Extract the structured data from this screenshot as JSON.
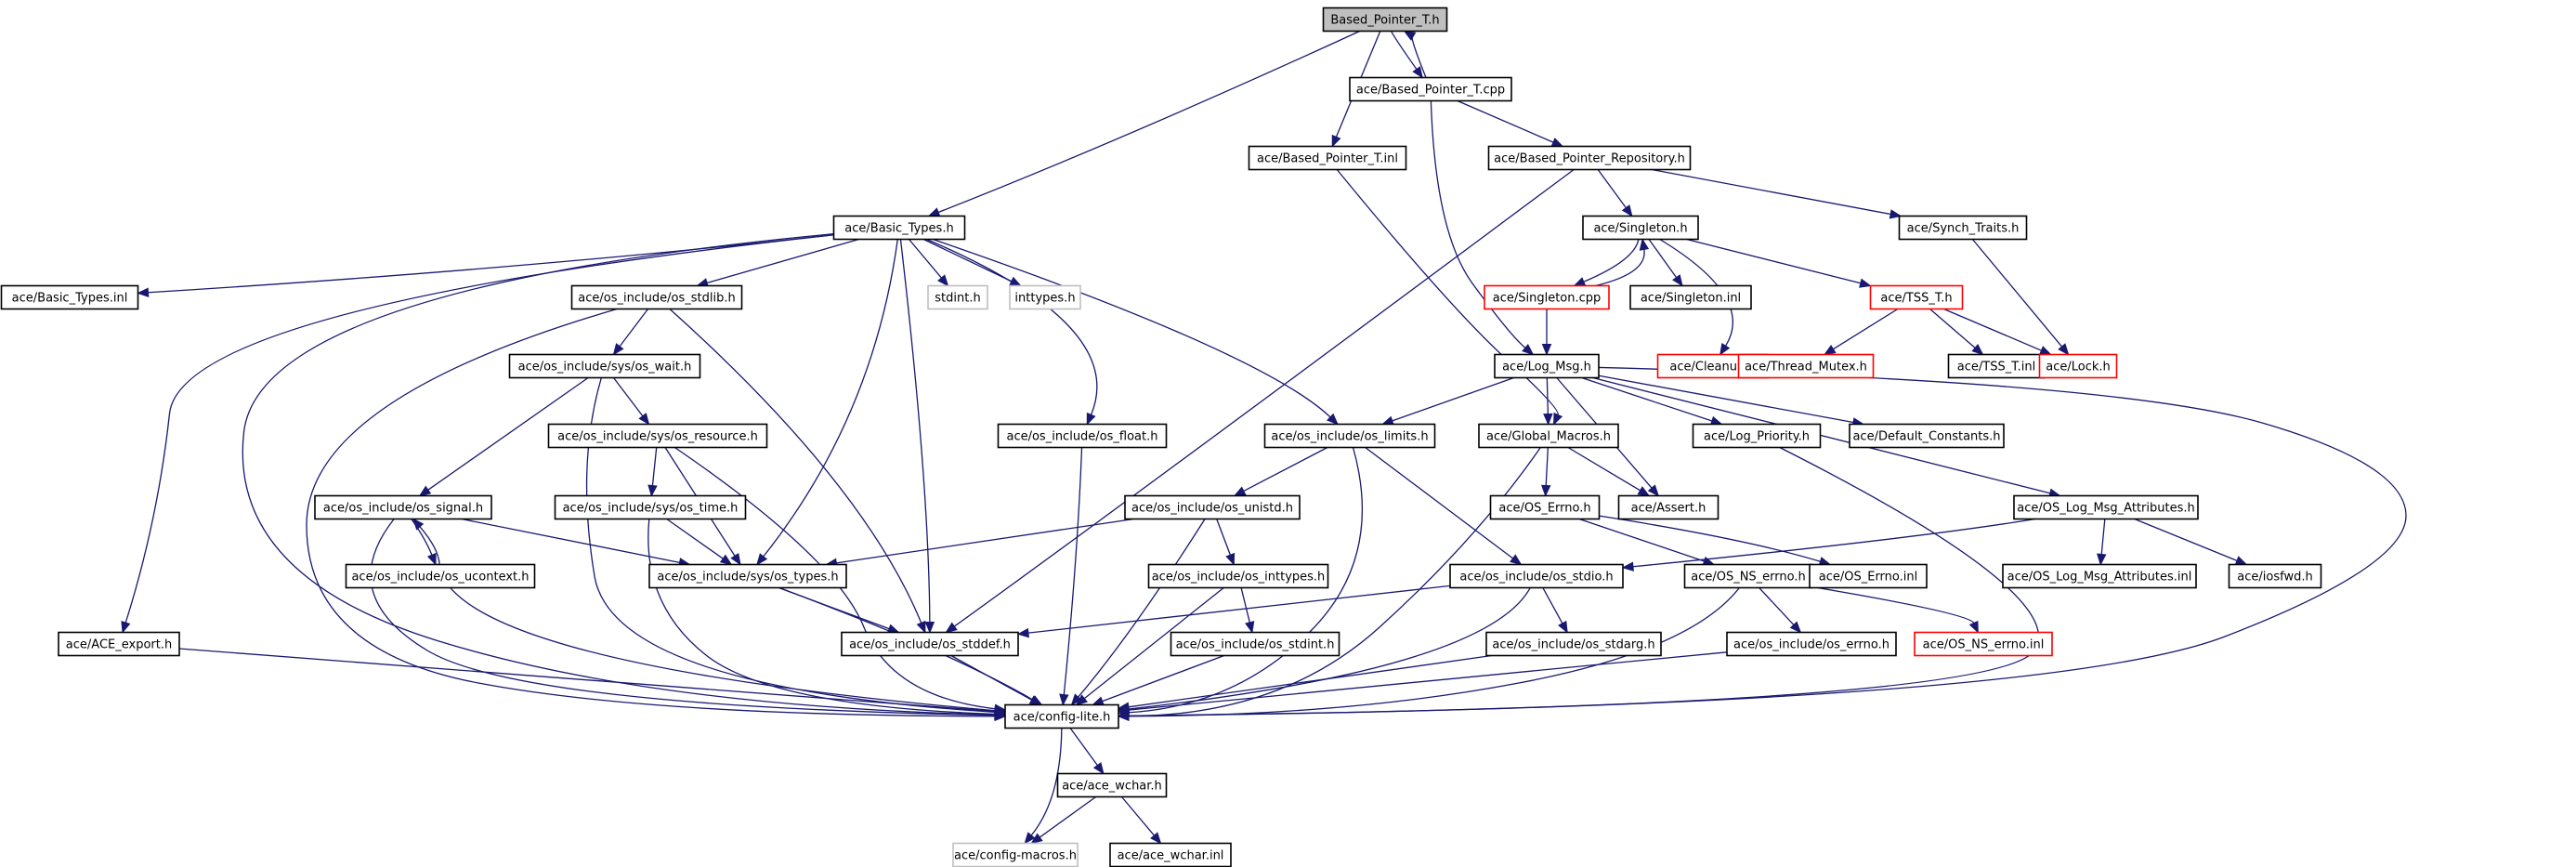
{
  "graph": {
    "colors": {
      "edge": "#191970",
      "root_fill": "#bfbfbf",
      "normal_border": "#000000",
      "missing_border": "#bfbfbf",
      "truncated_border": "#ff0000"
    },
    "nodes": [
      {
        "id": "based_pointer_t_h",
        "label": "Based_Pointer_T.h",
        "kind": "root"
      },
      {
        "id": "based_pointer_t_cpp",
        "label": "ace/Based_Pointer_T.cpp",
        "kind": "normal"
      },
      {
        "id": "based_pointer_t_inl",
        "label": "ace/Based_Pointer_T.inl",
        "kind": "normal"
      },
      {
        "id": "based_pointer_repository_h",
        "label": "ace/Based_Pointer_Repository.h",
        "kind": "normal"
      },
      {
        "id": "basic_types_h",
        "label": "ace/Basic_Types.h",
        "kind": "normal"
      },
      {
        "id": "singleton_h",
        "label": "ace/Singleton.h",
        "kind": "normal"
      },
      {
        "id": "synch_traits_h",
        "label": "ace/Synch_Traits.h",
        "kind": "normal"
      },
      {
        "id": "basic_types_inl",
        "label": "ace/Basic_Types.inl",
        "kind": "normal"
      },
      {
        "id": "os_stdlib_h",
        "label": "ace/os_include/os_stdlib.h",
        "kind": "normal"
      },
      {
        "id": "stdint_h",
        "label": "stdint.h",
        "kind": "missing"
      },
      {
        "id": "inttypes_h",
        "label": "inttypes.h",
        "kind": "missing"
      },
      {
        "id": "singleton_cpp",
        "label": "ace/Singleton.cpp",
        "kind": "truncated"
      },
      {
        "id": "singleton_inl",
        "label": "ace/Singleton.inl",
        "kind": "normal"
      },
      {
        "id": "tss_t_h",
        "label": "ace/TSS_T.h",
        "kind": "truncated"
      },
      {
        "id": "os_wait_h",
        "label": "ace/os_include/sys/os_wait.h",
        "kind": "normal"
      },
      {
        "id": "log_msg_h",
        "label": "ace/Log_Msg.h",
        "kind": "normal"
      },
      {
        "id": "cleanup_h",
        "label": "ace/Cleanup.h",
        "kind": "truncated"
      },
      {
        "id": "thread_mutex_h",
        "label": "ace/Thread_Mutex.h",
        "kind": "truncated"
      },
      {
        "id": "tss_t_inl",
        "label": "ace/TSS_T.inl",
        "kind": "normal"
      },
      {
        "id": "lock_h",
        "label": "ace/Lock.h",
        "kind": "truncated"
      },
      {
        "id": "os_resource_h",
        "label": "ace/os_include/sys/os_resource.h",
        "kind": "normal"
      },
      {
        "id": "os_float_h",
        "label": "ace/os_include/os_float.h",
        "kind": "normal"
      },
      {
        "id": "os_limits_h",
        "label": "ace/os_include/os_limits.h",
        "kind": "normal"
      },
      {
        "id": "global_macros_h",
        "label": "ace/Global_Macros.h",
        "kind": "normal"
      },
      {
        "id": "log_priority_h",
        "label": "ace/Log_Priority.h",
        "kind": "normal"
      },
      {
        "id": "default_constants_h",
        "label": "ace/Default_Constants.h",
        "kind": "normal"
      },
      {
        "id": "os_signal_h",
        "label": "ace/os_include/os_signal.h",
        "kind": "normal"
      },
      {
        "id": "os_time_h",
        "label": "ace/os_include/sys/os_time.h",
        "kind": "normal"
      },
      {
        "id": "os_unistd_h",
        "label": "ace/os_include/os_unistd.h",
        "kind": "normal"
      },
      {
        "id": "os_errno_h_ace",
        "label": "ace/OS_Errno.h",
        "kind": "normal"
      },
      {
        "id": "assert_h",
        "label": "ace/Assert.h",
        "kind": "normal"
      },
      {
        "id": "os_log_msg_attributes_h",
        "label": "ace/OS_Log_Msg_Attributes.h",
        "kind": "normal"
      },
      {
        "id": "os_ucontext_h",
        "label": "ace/os_include/os_ucontext.h",
        "kind": "normal"
      },
      {
        "id": "os_types_h",
        "label": "ace/os_include/sys/os_types.h",
        "kind": "normal"
      },
      {
        "id": "os_inttypes_h",
        "label": "ace/os_include/os_inttypes.h",
        "kind": "normal"
      },
      {
        "id": "os_stdio_h",
        "label": "ace/os_include/os_stdio.h",
        "kind": "normal"
      },
      {
        "id": "os_ns_errno_h",
        "label": "ace/OS_NS_errno.h",
        "kind": "normal"
      },
      {
        "id": "os_errno_inl",
        "label": "ace/OS_Errno.inl",
        "kind": "normal"
      },
      {
        "id": "os_log_msg_attributes_inl",
        "label": "ace/OS_Log_Msg_Attributes.inl",
        "kind": "normal"
      },
      {
        "id": "iosfwd_h",
        "label": "ace/iosfwd.h",
        "kind": "normal"
      },
      {
        "id": "ace_export_h",
        "label": "ace/ACE_export.h",
        "kind": "normal"
      },
      {
        "id": "os_stddef_h",
        "label": "ace/os_include/os_stddef.h",
        "kind": "normal"
      },
      {
        "id": "os_stdint_h",
        "label": "ace/os_include/os_stdint.h",
        "kind": "normal"
      },
      {
        "id": "os_stdarg_h",
        "label": "ace/os_include/os_stdarg.h",
        "kind": "normal"
      },
      {
        "id": "os_include_os_errno_h",
        "label": "ace/os_include/os_errno.h",
        "kind": "normal"
      },
      {
        "id": "os_ns_errno_inl",
        "label": "ace/OS_NS_errno.inl",
        "kind": "truncated"
      },
      {
        "id": "config_lite_h",
        "label": "ace/config-lite.h",
        "kind": "normal"
      },
      {
        "id": "ace_wchar_h",
        "label": "ace/ace_wchar.h",
        "kind": "normal"
      },
      {
        "id": "config_macros_h",
        "label": "ace/config-macros.h",
        "kind": "missing"
      },
      {
        "id": "ace_wchar_inl",
        "label": "ace/ace_wchar.inl",
        "kind": "normal"
      }
    ],
    "edges": [
      [
        "based_pointer_t_h",
        "basic_types_h"
      ],
      [
        "based_pointer_t_h",
        "based_pointer_t_inl"
      ],
      [
        "based_pointer_t_h",
        "based_pointer_t_cpp"
      ],
      [
        "based_pointer_t_cpp",
        "based_pointer_t_h"
      ],
      [
        "based_pointer_t_cpp",
        "based_pointer_repository_h"
      ],
      [
        "based_pointer_t_cpp",
        "log_msg_h"
      ],
      [
        "based_pointer_t_inl",
        "global_macros_h"
      ],
      [
        "based_pointer_repository_h",
        "singleton_h"
      ],
      [
        "based_pointer_repository_h",
        "synch_traits_h"
      ],
      [
        "based_pointer_repository_h",
        "os_stddef_h"
      ],
      [
        "basic_types_h",
        "basic_types_inl"
      ],
      [
        "basic_types_h",
        "os_stdlib_h"
      ],
      [
        "basic_types_h",
        "stdint_h"
      ],
      [
        "basic_types_h",
        "inttypes_h"
      ],
      [
        "basic_types_h",
        "os_float_h"
      ],
      [
        "basic_types_h",
        "os_limits_h"
      ],
      [
        "basic_types_h",
        "os_types_h"
      ],
      [
        "basic_types_h",
        "os_stddef_h"
      ],
      [
        "basic_types_h",
        "ace_export_h"
      ],
      [
        "basic_types_h",
        "config_lite_h"
      ],
      [
        "singleton_h",
        "singleton_cpp"
      ],
      [
        "singleton_h",
        "singleton_inl"
      ],
      [
        "singleton_h",
        "tss_t_h"
      ],
      [
        "singleton_h",
        "cleanup_h"
      ],
      [
        "singleton_cpp",
        "singleton_h"
      ],
      [
        "singleton_cpp",
        "log_msg_h"
      ],
      [
        "synch_traits_h",
        "lock_h"
      ],
      [
        "tss_t_h",
        "thread_mutex_h"
      ],
      [
        "tss_t_h",
        "tss_t_inl"
      ],
      [
        "tss_t_h",
        "lock_h"
      ],
      [
        "os_stdlib_h",
        "os_wait_h"
      ],
      [
        "os_stdlib_h",
        "os_stddef_h"
      ],
      [
        "os_stdlib_h",
        "config_lite_h"
      ],
      [
        "os_wait_h",
        "os_signal_h"
      ],
      [
        "os_wait_h",
        "os_resource_h"
      ],
      [
        "os_wait_h",
        "config_lite_h"
      ],
      [
        "os_resource_h",
        "os_time_h"
      ],
      [
        "os_resource_h",
        "os_types_h"
      ],
      [
        "os_resource_h",
        "config_lite_h"
      ],
      [
        "os_float_h",
        "config_lite_h"
      ],
      [
        "log_msg_h",
        "os_limits_h"
      ],
      [
        "log_msg_h",
        "global_macros_h"
      ],
      [
        "log_msg_h",
        "log_priority_h"
      ],
      [
        "log_msg_h",
        "default_constants_h"
      ],
      [
        "log_msg_h",
        "assert_h"
      ],
      [
        "log_msg_h",
        "os_log_msg_attributes_h"
      ],
      [
        "log_msg_h",
        "config_lite_h"
      ],
      [
        "os_limits_h",
        "os_unistd_h"
      ],
      [
        "os_limits_h",
        "os_stdio_h"
      ],
      [
        "os_limits_h",
        "config_lite_h"
      ],
      [
        "global_macros_h",
        "os_errno_h_ace"
      ],
      [
        "global_macros_h",
        "assert_h"
      ],
      [
        "global_macros_h",
        "config_lite_h"
      ],
      [
        "log_priority_h",
        "config_lite_h"
      ],
      [
        "os_signal_h",
        "os_ucontext_h"
      ],
      [
        "os_signal_h",
        "os_types_h"
      ],
      [
        "os_signal_h",
        "config_lite_h"
      ],
      [
        "os_ucontext_h",
        "os_signal_h"
      ],
      [
        "os_ucontext_h",
        "config_lite_h"
      ],
      [
        "os_time_h",
        "os_types_h"
      ],
      [
        "os_time_h",
        "config_lite_h"
      ],
      [
        "os_unistd_h",
        "os_types_h"
      ],
      [
        "os_unistd_h",
        "os_inttypes_h"
      ],
      [
        "os_unistd_h",
        "config_lite_h"
      ],
      [
        "os_errno_h_ace",
        "os_ns_errno_h"
      ],
      [
        "os_errno_h_ace",
        "os_errno_inl"
      ],
      [
        "os_log_msg_attributes_h",
        "os_stdio_h"
      ],
      [
        "os_log_msg_attributes_h",
        "os_log_msg_attributes_inl"
      ],
      [
        "os_log_msg_attributes_h",
        "iosfwd_h"
      ],
      [
        "os_types_h",
        "os_stddef_h"
      ],
      [
        "os_types_h",
        "config_lite_h"
      ],
      [
        "os_inttypes_h",
        "os_stdint_h"
      ],
      [
        "os_inttypes_h",
        "config_lite_h"
      ],
      [
        "os_stdio_h",
        "os_stddef_h"
      ],
      [
        "os_stdio_h",
        "os_stdarg_h"
      ],
      [
        "os_stdio_h",
        "config_lite_h"
      ],
      [
        "os_ns_errno_h",
        "os_include_os_errno_h"
      ],
      [
        "os_ns_errno_h",
        "os_ns_errno_inl"
      ],
      [
        "os_ns_errno_h",
        "config_lite_h"
      ],
      [
        "ace_export_h",
        "config_lite_h"
      ],
      [
        "os_stddef_h",
        "config_lite_h"
      ],
      [
        "os_stdint_h",
        "config_lite_h"
      ],
      [
        "os_stdarg_h",
        "config_lite_h"
      ],
      [
        "os_include_os_errno_h",
        "config_lite_h"
      ],
      [
        "config_lite_h",
        "ace_wchar_h"
      ],
      [
        "config_lite_h",
        "config_macros_h"
      ],
      [
        "ace_wchar_h",
        "config_macros_h"
      ],
      [
        "ace_wchar_h",
        "ace_wchar_inl"
      ]
    ]
  }
}
